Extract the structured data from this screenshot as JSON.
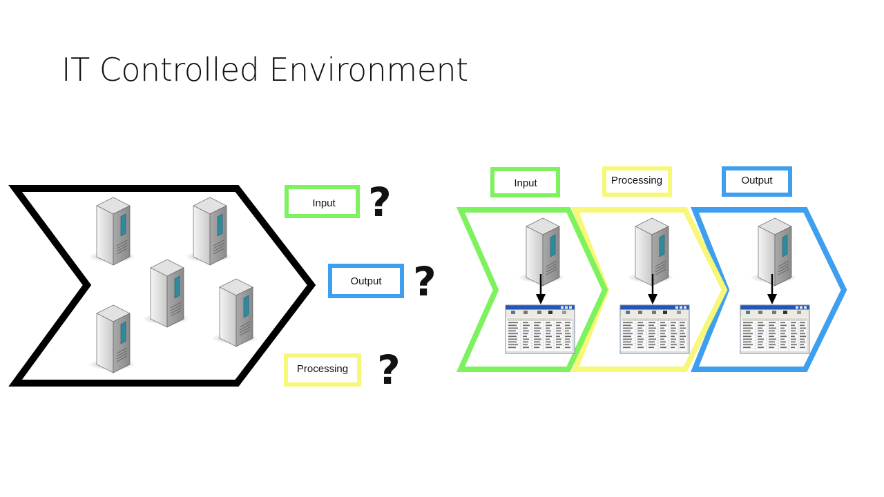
{
  "title": "IT Controlled Environment",
  "left_labels": {
    "input": "Input",
    "output": "Output",
    "processing": "Processing",
    "question_mark": "?"
  },
  "stages": [
    {
      "label": "Input",
      "color": "#7ef25e"
    },
    {
      "label": "Processing",
      "color": "#f7f77a"
    },
    {
      "label": "Output",
      "color": "#3d9fee"
    }
  ],
  "colors": {
    "input": "#7ef25e",
    "processing": "#f7f77a",
    "output": "#3d9fee",
    "outline": "#000000"
  }
}
